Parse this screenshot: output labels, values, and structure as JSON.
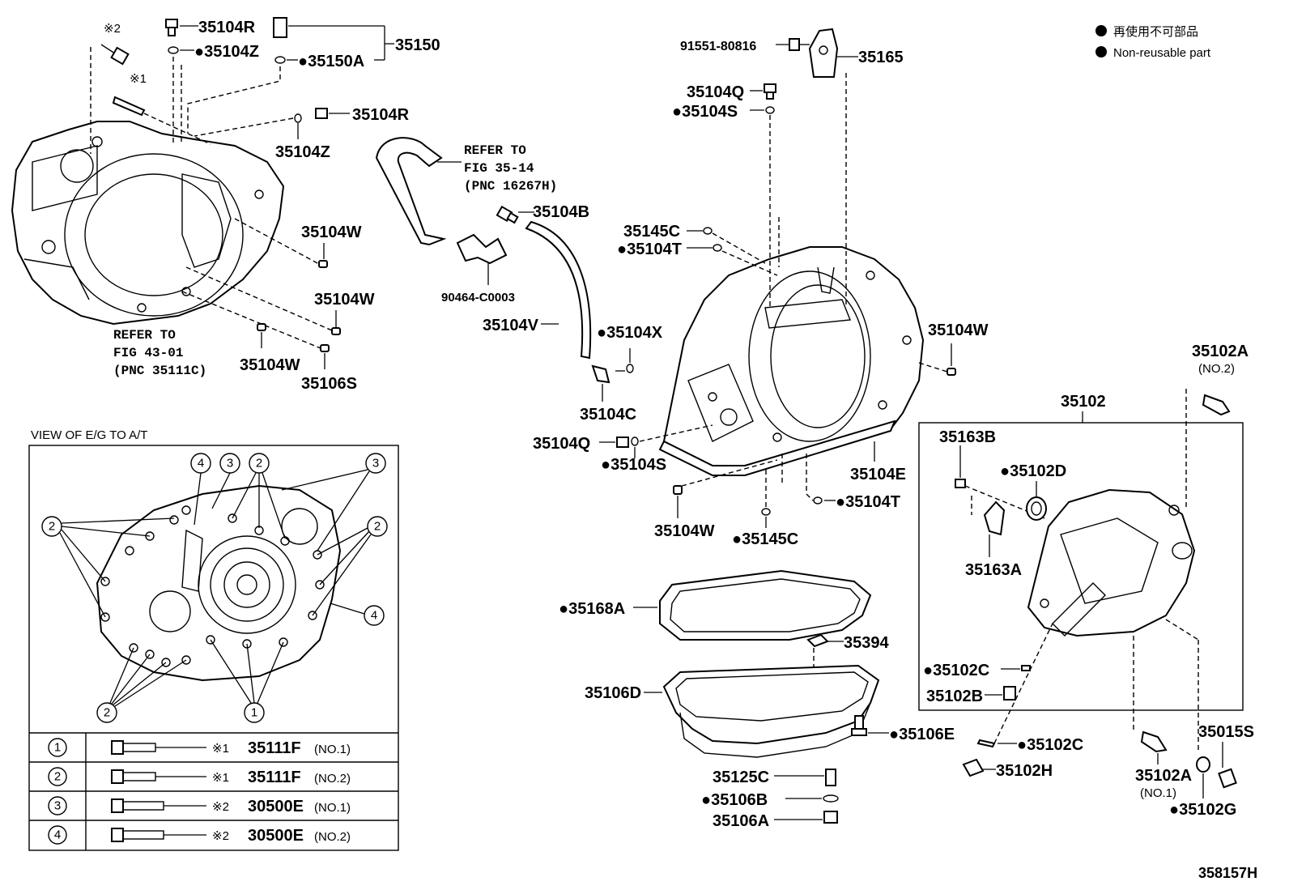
{
  "legend": {
    "item_ja": "再使用不可部品",
    "item_en": "Non-reusable part",
    "dot_color": "#000000"
  },
  "figure_id": "358157H",
  "parts": {
    "p35104R_top": "35104R",
    "p35104Z_top": "●35104Z",
    "p35150A": "●35150A",
    "p35150": "35150",
    "p35104R_mid": "35104R",
    "p35104Z_mid": "35104Z",
    "mark2": "※2",
    "mark1": "※1",
    "p35104W_a": "35104W",
    "p35104W_b": "35104W",
    "p35104W_c": "35104W",
    "p35106S": "35106S",
    "p35104B": "35104B",
    "p90464": "90464-C0003",
    "p35104V": "35104V",
    "p91551": "91551-80816",
    "p35165": "35165",
    "p35104Q_top": "35104Q",
    "p35104S_top": "●35104S",
    "p35145C_top": "35145C",
    "p35104T_top": "●35104T",
    "p35104X": "●35104X",
    "p35104W_d": "35104W",
    "p35104C": "35104C",
    "p35104Q_bot": "35104Q",
    "p35104S_bot": "●35104S",
    "p35104E": "35104E",
    "p35104T_bot": "●35104T",
    "p35104W_e": "35104W",
    "p35145C_bot": "●35145C",
    "p35102A_no2": "35102A",
    "no2": "(NO.2)",
    "p35102": "35102",
    "p35163B": "35163B",
    "p35102D": "●35102D",
    "p35163A": "35163A",
    "p35168A": "●35168A",
    "p35394": "35394",
    "p35106D": "35106D",
    "p35106E": "●35106E",
    "p35125C": "35125C",
    "p35106B": "●35106B",
    "p35106A": "35106A",
    "p35102C_a": "●35102C",
    "p35102B": "35102B",
    "p35102C_b": "●35102C",
    "p35102H": "35102H",
    "p35102A_no1": "35102A",
    "no1": "(NO.1)",
    "p35015S": "35015S",
    "p35102G": "●35102G"
  },
  "refer_notes": {
    "fig43_l1": "REFER TO",
    "fig43_l2": "FIG 43-01",
    "fig43_l3": "(PNC 35111C)",
    "fig35_l1": "REFER TO",
    "fig35_l2": "FIG 35-14",
    "fig35_l3": "(PNC 16267H)"
  },
  "view_title": "VIEW OF E/G TO A/T",
  "bolt_table": [
    {
      "num": "1",
      "mark": "※1",
      "part": "35111F",
      "note": "(NO.1)"
    },
    {
      "num": "2",
      "mark": "※1",
      "part": "35111F",
      "note": "(NO.2)"
    },
    {
      "num": "3",
      "mark": "※2",
      "part": "30500E",
      "note": "(NO.1)"
    },
    {
      "num": "4",
      "mark": "※2",
      "part": "30500E",
      "note": "(NO.2)"
    }
  ],
  "callouts": {
    "c4": "4",
    "c3": "3",
    "c2": "2",
    "c1": "1"
  }
}
